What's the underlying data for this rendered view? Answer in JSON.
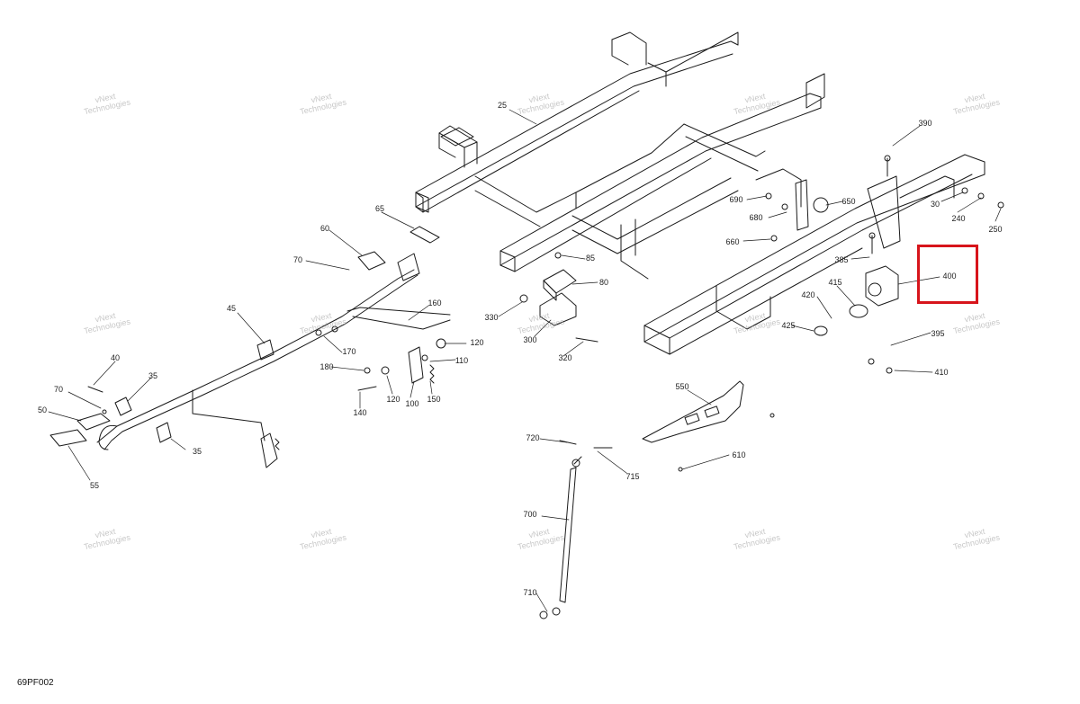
{
  "figure_id": "69PF002",
  "watermark": {
    "line1": "vNext",
    "line2": "Technologies"
  },
  "highlight": {
    "color": "#d7141b",
    "label": "400"
  },
  "callouts": [
    "25",
    "390",
    "30",
    "240",
    "250",
    "690",
    "650",
    "680",
    "660",
    "385",
    "400",
    "415",
    "420",
    "425",
    "395",
    "410",
    "65",
    "60",
    "70",
    "85",
    "80",
    "330",
    "300",
    "320",
    "160",
    "120",
    "110",
    "170",
    "180",
    "100",
    "150",
    "140",
    "45",
    "40",
    "35",
    "50",
    "55",
    "550",
    "610",
    "720",
    "715",
    "700",
    "710"
  ]
}
